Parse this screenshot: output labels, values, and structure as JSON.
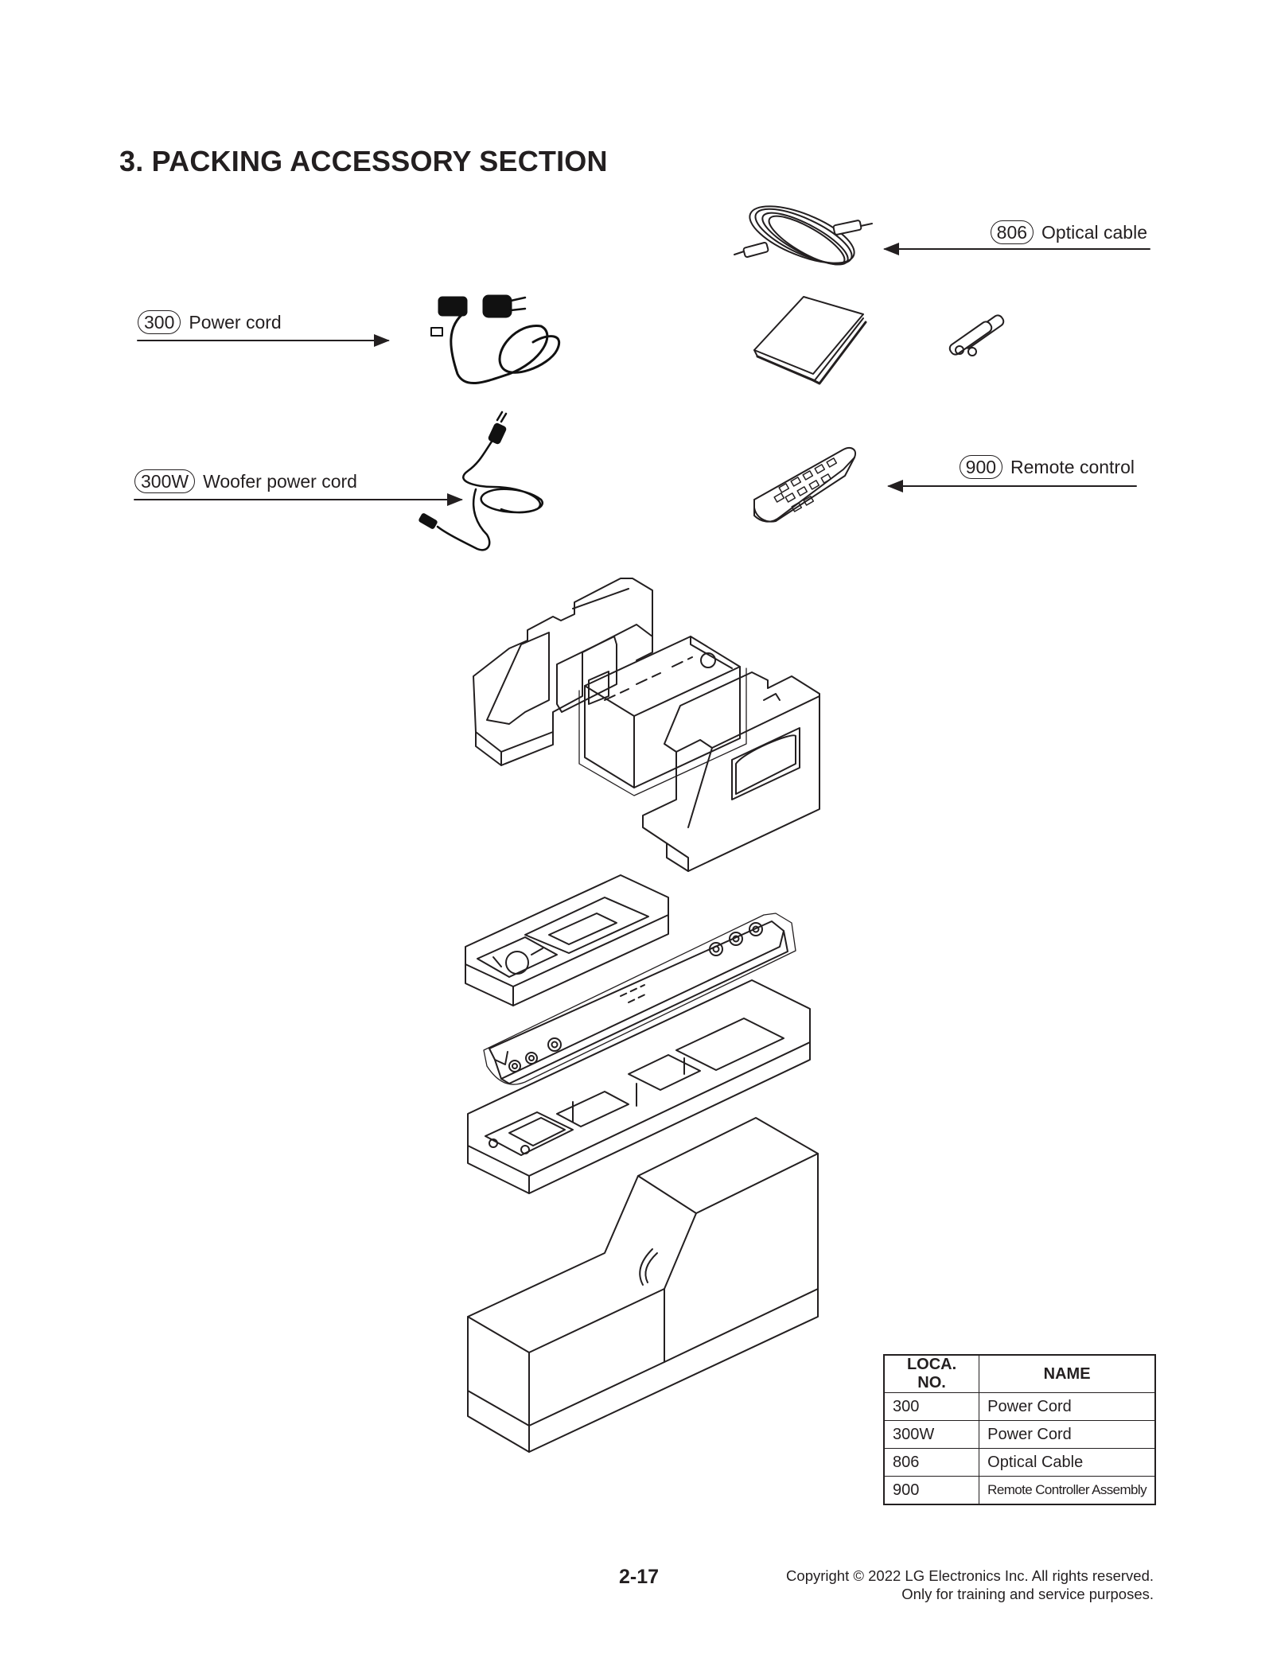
{
  "title": "3. PACKING ACCESSORY SECTION",
  "callouts": [
    {
      "loc": "806",
      "label": "Optical cable"
    },
    {
      "loc": "300",
      "label": "Power cord"
    },
    {
      "loc": "300W",
      "label": "Woofer power cord"
    },
    {
      "loc": "900",
      "label": "Remote control"
    }
  ],
  "table": {
    "headers": [
      "LOCA. NO.",
      "NAME"
    ],
    "rows": [
      [
        "300",
        "Power Cord"
      ],
      [
        "300W",
        "Power Cord"
      ],
      [
        "806",
        "Optical Cable"
      ],
      [
        "900",
        "Remote Controller Assembly"
      ]
    ]
  },
  "footer": {
    "page_number": "2-17",
    "copyright_line1": "Copyright © 2022 LG Electronics Inc. All rights reserved.",
    "copyright_line2": "Only for training and service purposes."
  }
}
